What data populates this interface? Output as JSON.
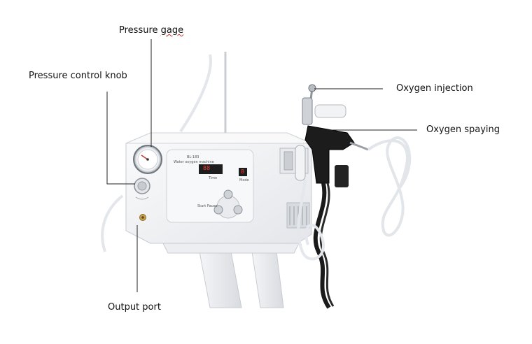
{
  "labels": {
    "pressure_gage_prefix": "Pressure ",
    "pressure_gage_suffix": "gage",
    "pressure_control_knob": "Pressure control knob",
    "oxygen_injection": "Oxygen injection",
    "oxygen_spraying": "Oxygen spaying",
    "output_port": "Output port"
  },
  "panel": {
    "model": "BL-183",
    "product_name": "Water oxygen machine",
    "display_left": "88",
    "display_right": "8",
    "time_label": "Time",
    "mode_label": "Mode",
    "start_pause_label": "Start Pause"
  },
  "colors": {
    "device_body": "#f3f4f6",
    "device_shadow": "#d9dce1",
    "leader_line": "#222222",
    "tube": "#e8eaee",
    "cable": "#1a1a1a"
  }
}
